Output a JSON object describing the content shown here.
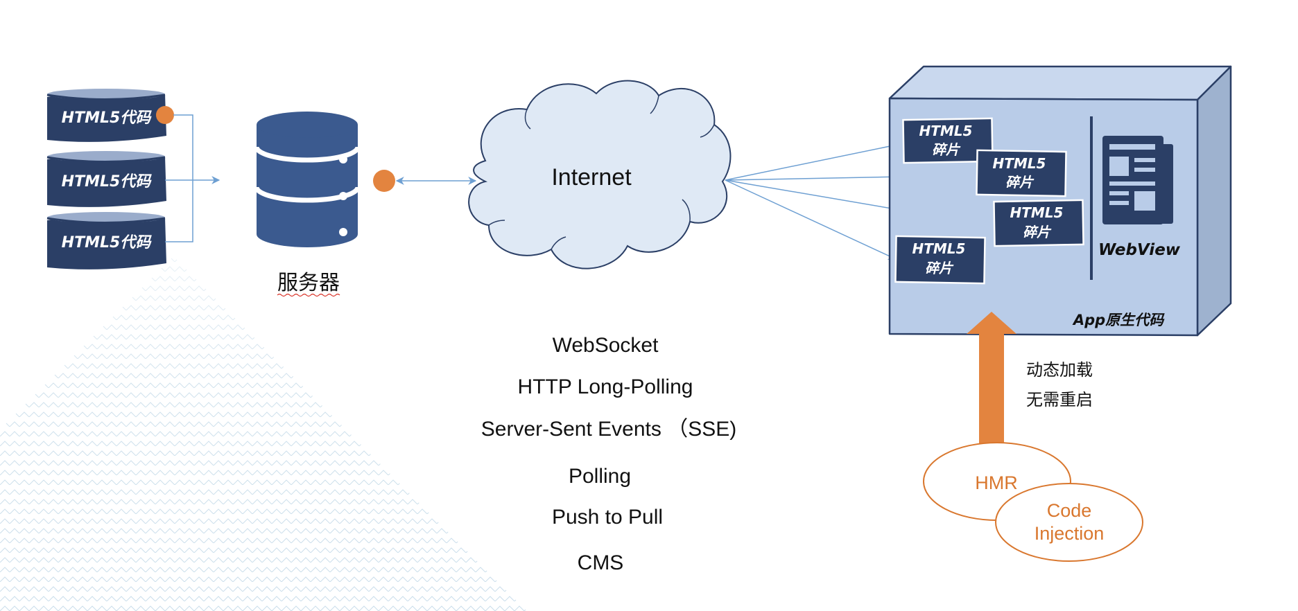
{
  "colors": {
    "navy": "#2b3f66",
    "db_blue": "#3b5a8f",
    "orange": "#e3843f",
    "cloud_fill": "#dfe9f5",
    "box_front": "#b9cce8",
    "box_top": "#c9d8ee",
    "box_side": "#9eb2cf",
    "arrow_blue": "#6d9fd2"
  },
  "icons": [
    "database-icon",
    "cloud-shape",
    "document-icon",
    "cylinder-icon"
  ],
  "source_files": [
    {
      "label": "HTML5代码"
    },
    {
      "label": "HTML5代码"
    },
    {
      "label": "HTML5代码"
    }
  ],
  "server": {
    "label": "服务器"
  },
  "cloud": {
    "label": "Internet"
  },
  "protocols": [
    "WebSocket",
    "HTTP Long-Polling",
    "Server-Sent Events （SSE)",
    "Polling",
    "Push to Pull",
    "CMS"
  ],
  "app": {
    "label": "App原生代码",
    "webview_label": "WebView",
    "fragments": [
      {
        "line1": "HTML5",
        "line2": "碎片"
      },
      {
        "line1": "HTML5",
        "line2": "碎片"
      },
      {
        "line1": "HTML5",
        "line2": "碎片"
      },
      {
        "line1": "HTML5",
        "line2": "碎片"
      }
    ]
  },
  "annotation": {
    "line1": "动态加载",
    "line2": "无需重启"
  },
  "mechanisms": {
    "hmr": "HMR",
    "code_injection_line1": "Code",
    "code_injection_line2": "Injection"
  }
}
